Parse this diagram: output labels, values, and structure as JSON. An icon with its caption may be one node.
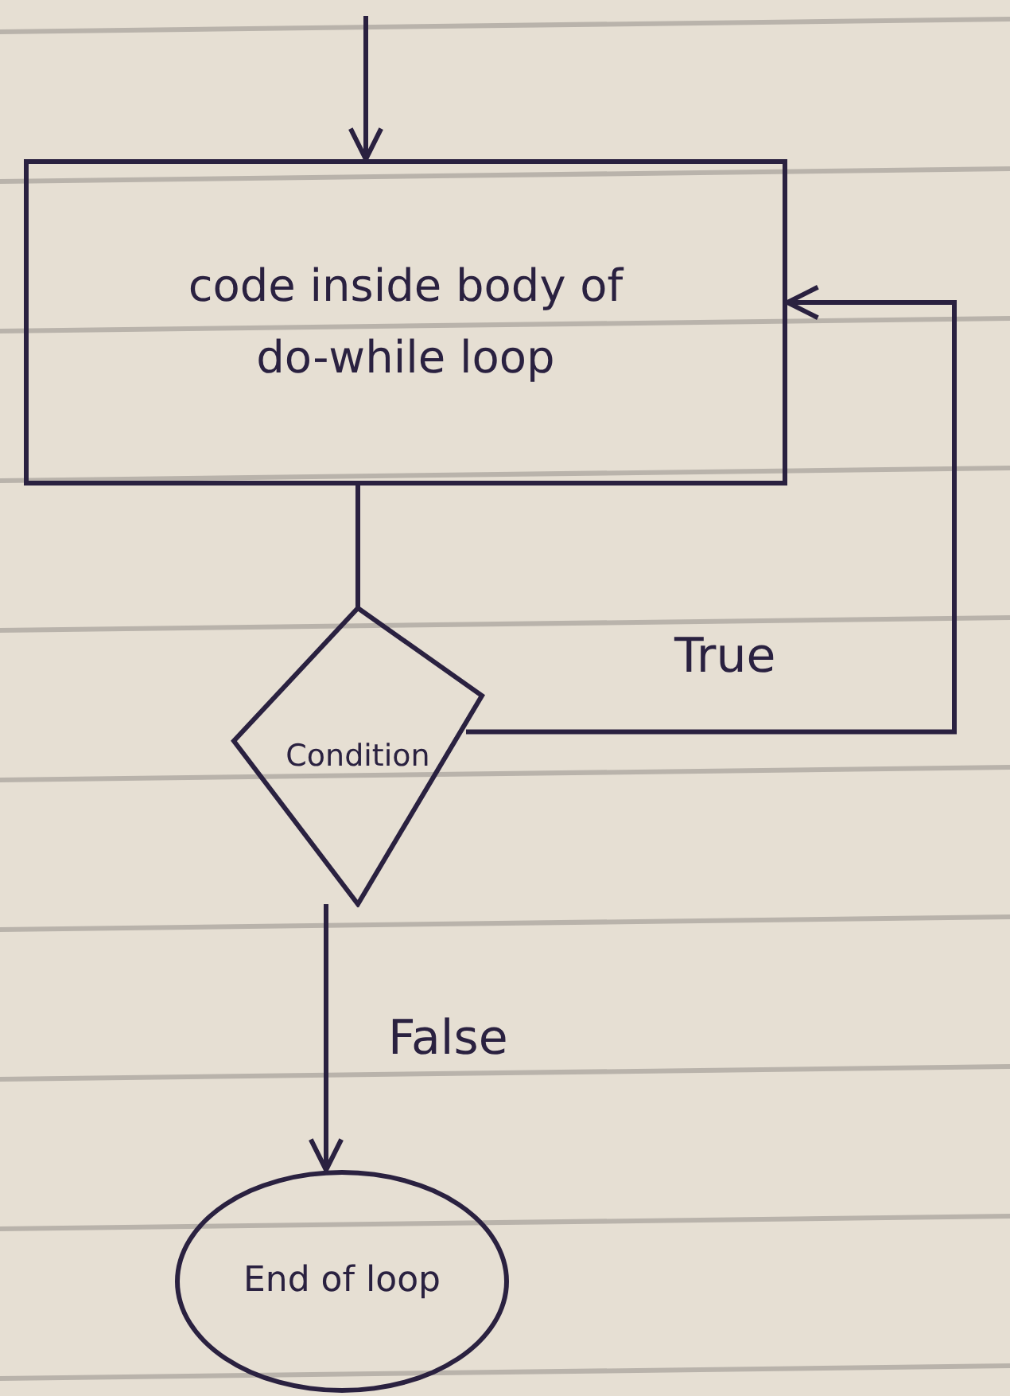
{
  "diagram": {
    "nodes": [
      {
        "text": [
          "code inside body of do-while loop"
        ]
      },
      {
        "text": [
          "Condition"
        ]
      },
      {
        "text": [
          "End of loop"
        ]
      }
    ],
    "edges": [
      {
        "from": null,
        "to": 0,
        "arrow": "to"
      },
      {
        "from": 0,
        "to": 1,
        "arrow": "none"
      },
      {
        "from": 1,
        "to": 0,
        "arrow": "to",
        "label": "True"
      },
      {
        "from": 1,
        "to": 2,
        "arrow": "to",
        "label": "False"
      }
    ]
  }
}
